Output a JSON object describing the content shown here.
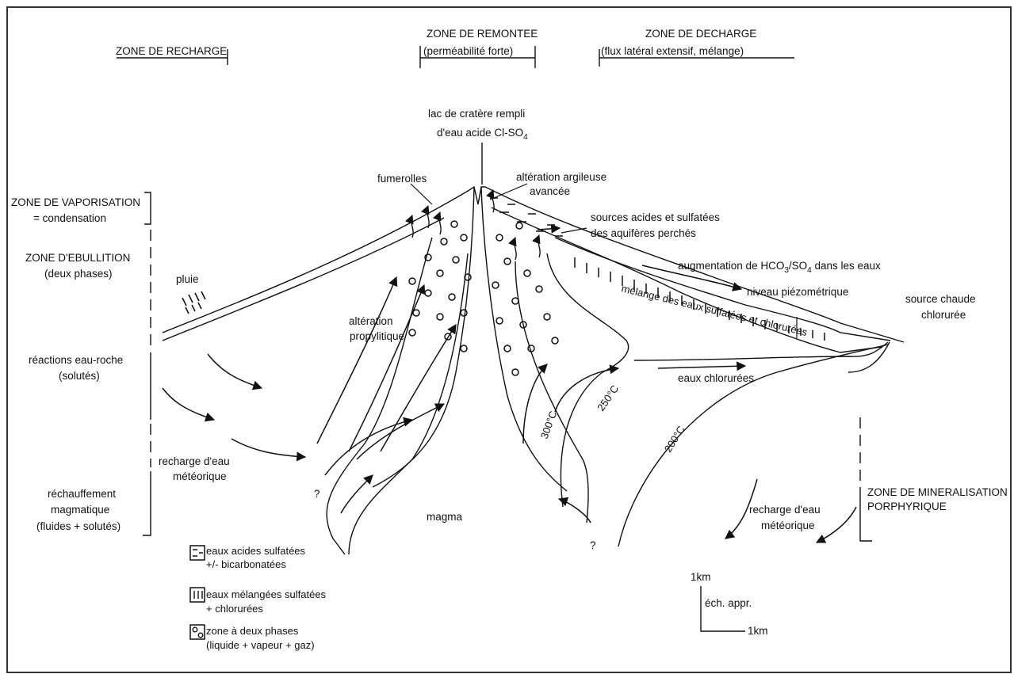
{
  "zones_top": {
    "recharge": "ZONE DE RECHARGE",
    "remontee": "ZONE DE REMONTEE",
    "remontee_sub": "(perméabilité forte)",
    "decharge": "ZONE DE DECHARGE",
    "decharge_sub": "(flux latéral extensif, mélange)"
  },
  "crater": {
    "line1": "lac de cratère rempli",
    "line2_prefix": "d'eau acide Cl-SO",
    "line2_sub": "4"
  },
  "left_zones": {
    "vapor_1": "ZONE DE VAPORISATION",
    "vapor_2": "= condensation",
    "ebull_1": "ZONE D'EBULLITION",
    "ebull_2": "(deux phases)",
    "react_1": "réactions eau-roche",
    "react_2": "(solutés)",
    "rech_1": "réchauffement",
    "rech_2": "magmatique",
    "rech_3": "(fluides + solutés)"
  },
  "labels": {
    "fumerolles": "fumerolles",
    "alt_argil_1": "altération argileuse",
    "alt_argil_2": "avancée",
    "sources_1": "sources acides et sulfatées",
    "sources_2": "des aquifères perchés",
    "aug_prefix": "augmentation de HCO",
    "aug_sub1": "3",
    "aug_mid": "/SO",
    "aug_sub2": "4",
    "aug_suffix": " dans les eaux",
    "niveau": "niveau piézométrique",
    "melange": "mélange des eaux sulfatées et chlorurées",
    "source_chaude_1": "source chaude",
    "source_chaude_2": "chlorurée",
    "pluie": "pluie",
    "alt_prop_1": "altération",
    "alt_prop_2": "propylitique",
    "eaux_chlor": "eaux chlorurées",
    "t300": "300°C",
    "t250": "250°C",
    "t200": "200°C",
    "recharge_left_1": "recharge d'eau",
    "recharge_left_2": "météorique",
    "magma": "magma",
    "q1": "?",
    "q2": "?",
    "minera_1": "ZONE DE MINERALISATION",
    "minera_2": "PORPHYRIQUE",
    "recharge_right_1": "recharge d'eau",
    "recharge_right_2": "météorique"
  },
  "scale": {
    "vertical": "1km",
    "horizontal": "1km",
    "note": "éch. appr."
  },
  "legend": [
    {
      "line1": "eaux acides sulfatées",
      "line2": "+/- bicarbonatées"
    },
    {
      "line1": "eaux mélangées sulfatées",
      "line2": "+ chlorurées"
    },
    {
      "line1": "zone à deux phases",
      "line2": "(liquide + vapeur + gaz)"
    }
  ]
}
